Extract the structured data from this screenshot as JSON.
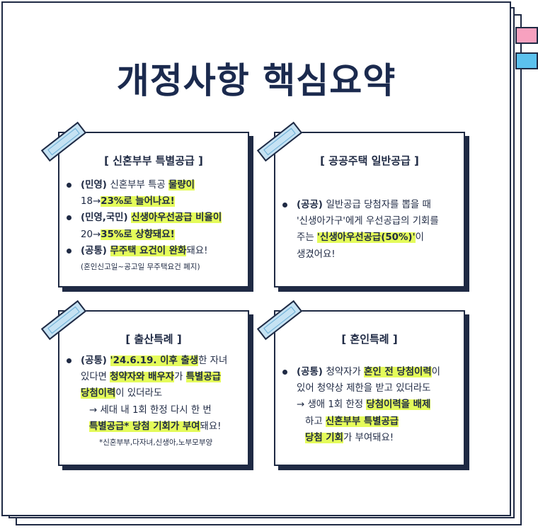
{
  "title": "개정사항 핵심요약",
  "colors": {
    "navy": "#1f2a44",
    "highlight": "#e4fb5a",
    "tab_pink": "#f7a1bf",
    "tab_blue": "#5bc1ee",
    "tape": "#c5e2f3"
  },
  "icons": [
    "bullet-dot-icon",
    "tape-icon",
    "folder-tab-pink",
    "folder-tab-blue"
  ],
  "cards": {
    "newlywed": {
      "title": "[ 신혼부부 특별공급 ]",
      "l1_a": "(민영) ",
      "l1_b": "신혼부부 특공 ",
      "l1_c": "물량이",
      "l2_a": "18→",
      "l2_b": "23%로 늘어나요!",
      "l3_a": "(민영,국민) ",
      "l3_b": "신생아우선공급 비율이",
      "l4_a": "20→",
      "l4_b": "35%로 상향돼요!",
      "l5_a": "(공통) ",
      "l5_b": "무주택 요건이 완화",
      "l5_c": "돼요!",
      "note": "(혼인신고일~공고일 무주택요건 폐지)"
    },
    "public": {
      "title": "[ 공공주택 일반공급 ]",
      "l1_a": "(공공) ",
      "l1_b": "일반공급 당첨자를 뽑을 때",
      "l2": "'신생아가구'에게 우선공급의 기회를",
      "l3_a": "주는 ",
      "l3_b": "'신생아우선공급(50%)'",
      "l3_c": "이",
      "l4": "생겼어요!"
    },
    "birth": {
      "title": "[ 출산특례 ]",
      "l1_a": "(공통) ",
      "l1_b": "'24.6.19. 이후 출생",
      "l1_c": "한 자녀",
      "l2_a": "있다면 ",
      "l2_b": "청약자와 배우자",
      "l2_c": "가 ",
      "l2_d": "특별공급",
      "l3_a": "당첨이력",
      "l3_b": "이 있더라도",
      "l4": "→ 세대 내 1회 한정 다시 한 번",
      "l5_a": "특별공급* 당첨 기회가 부여",
      "l5_b": "돼요!",
      "note": "*신혼부부,다자녀,신생아,노부모부양"
    },
    "marriage": {
      "title": "[ 혼인특례 ]",
      "l1_a": "(공통) ",
      "l1_b": "청약자가 ",
      "l1_c": "혼인 전 당첨이력",
      "l1_d": "이",
      "l2": "있어 청약상 제한을 받고 있더라도",
      "l3_a": "→ 생애 1회 한정 ",
      "l3_b": "당첨이력을 배제",
      "l4_a": "하고 ",
      "l4_b": "신혼부부 특별공급",
      "l5_a": "당첨 기회",
      "l5_b": "가 부여돼요!"
    }
  }
}
